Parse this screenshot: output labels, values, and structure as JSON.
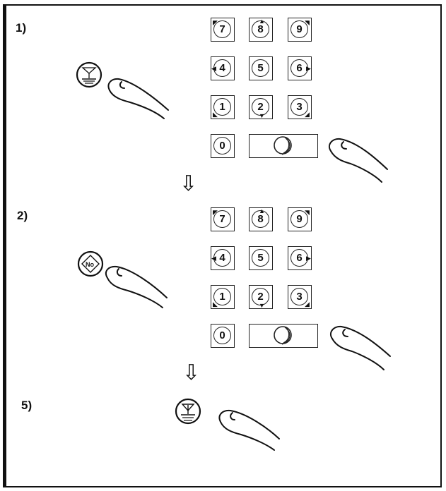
{
  "steps": [
    {
      "label": "1)"
    },
    {
      "label": "2)"
    },
    {
      "label": "5)"
    }
  ],
  "keypad": {
    "keys": [
      "7",
      "8",
      "9",
      "4",
      "5",
      "6",
      "1",
      "2",
      "3",
      "0"
    ]
  },
  "flow_arrow": "⇩",
  "icons": {
    "step1_button": "program-fold-icon",
    "step2_button": "number-key-icon",
    "step3_button": "foot-pedal-icon",
    "enter_key": "enter-loop-icon",
    "finger": "finger-press-icon"
  }
}
